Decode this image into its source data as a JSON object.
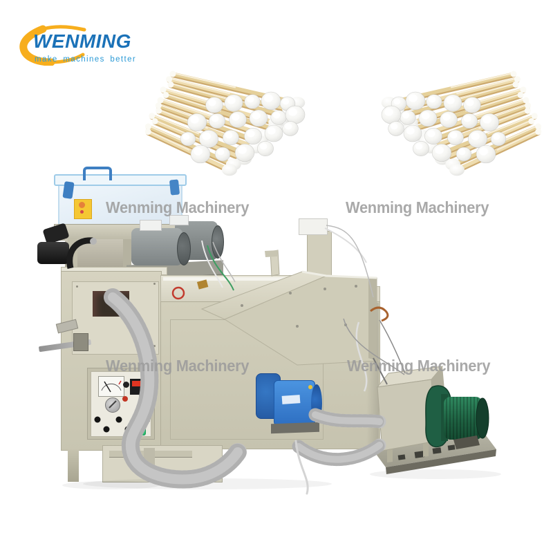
{
  "brand_logo": {
    "brand": "WENMING",
    "tagline": "make machines better",
    "brand_color": "#1b72b8",
    "tagline_color": "#2b9ad6",
    "swoosh_color": "#f7ae1d"
  },
  "watermarks": [
    "Wenming Machinery",
    "Wenming Machinery",
    "Wenming Machinery",
    "Wenming Machinery"
  ],
  "watermark_color": "#9b9b9b",
  "machine_palette": {
    "cabinet_beige": "#cfccb8",
    "panel_light": "#dcd9c8",
    "hose_gray": "#c6c6c6",
    "motor_gray": "#8f9595",
    "motor_blue": "#3a86d8",
    "motor_green": "#1f5f44",
    "storage_box_blue": "#3e7fc2",
    "sticker_yellow": "#f5c733"
  }
}
